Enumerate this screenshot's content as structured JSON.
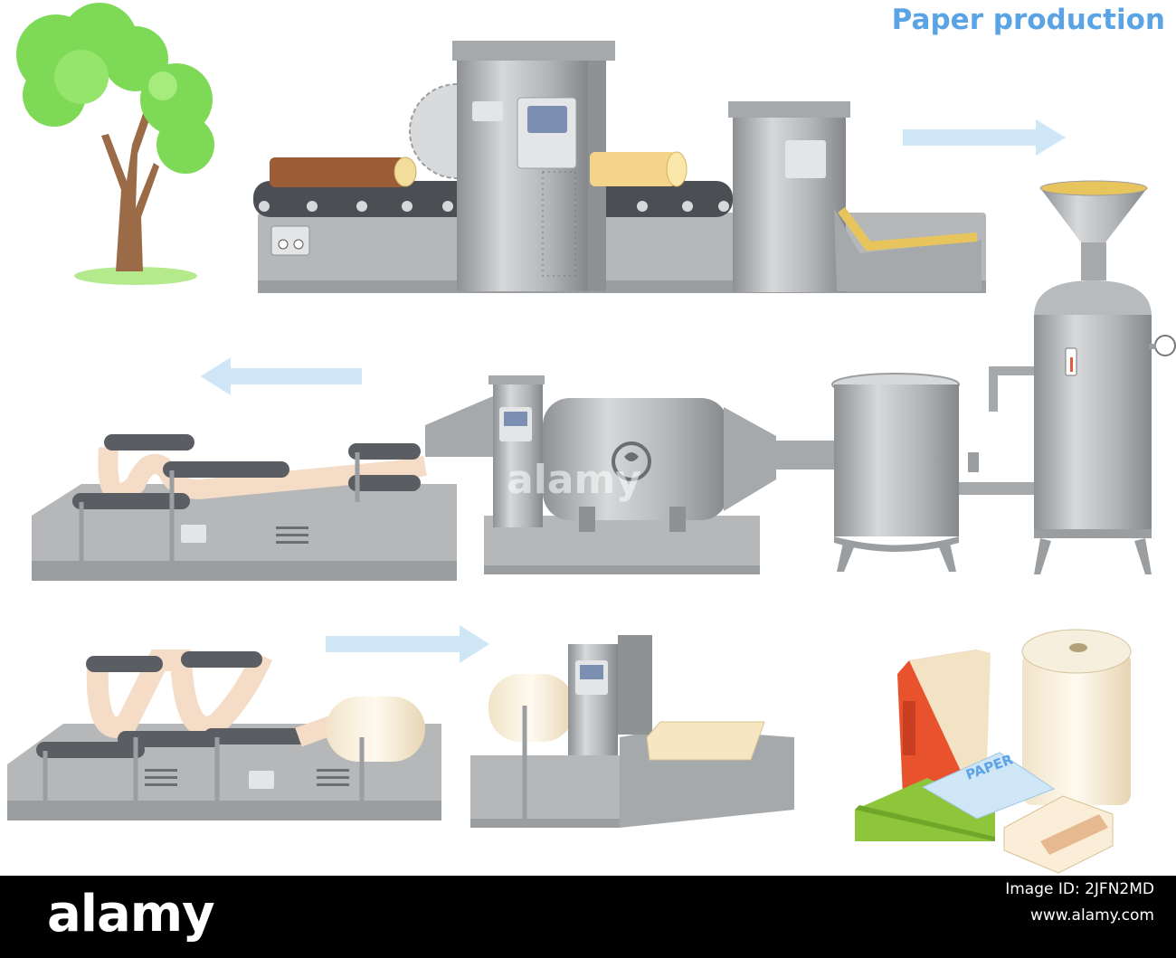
{
  "title": "Paper production",
  "package_label": "PAPER",
  "watermark": "alamy",
  "footer": {
    "logo": "alamy",
    "image_id_label": "Image ID: 2JFN2MD",
    "url": "www.alamy.com"
  },
  "colors": {
    "title": "#5aa4e6",
    "arrow": "#cfe6f7",
    "machine": "#b5b7b9",
    "machine_dark": "#8f9294",
    "tree_leaves": "#7ed957",
    "trunk": "#9b6a47",
    "paper": "#f4dcc6",
    "book": "#e8532e",
    "green_pack": "#8fc53b",
    "blue_pack": "#cfe6f7"
  },
  "icons": [
    "tree-icon",
    "log-icon",
    "saw-blade-icon",
    "thermometer-icon",
    "pressure-gauge-icon",
    "fan-icon",
    "control-panel-icon"
  ]
}
